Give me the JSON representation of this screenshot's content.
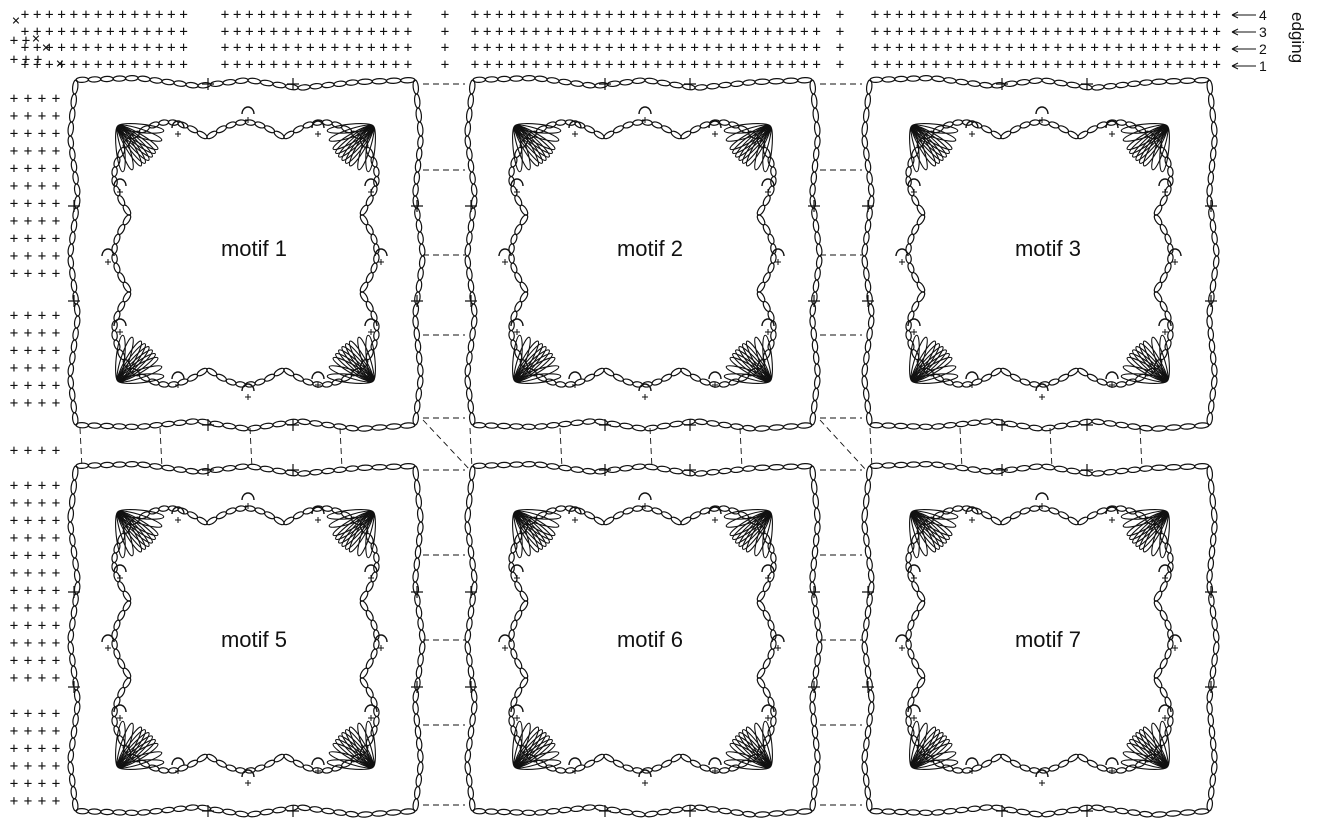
{
  "motifs": [
    {
      "id": 1,
      "label": "motif 1"
    },
    {
      "id": 2,
      "label": "motif 2"
    },
    {
      "id": 3,
      "label": "motif 3"
    },
    {
      "id": 5,
      "label": "motif 5"
    },
    {
      "id": 6,
      "label": "motif 6"
    },
    {
      "id": 7,
      "label": "motif 7"
    }
  ],
  "edging": {
    "title": "edging",
    "rows": [
      "1",
      "2",
      "3",
      "4"
    ]
  },
  "symbols": {
    "sc": "+",
    "sc_dec": "×"
  },
  "colors": {
    "ink": "#111111",
    "background": "#ffffff"
  }
}
